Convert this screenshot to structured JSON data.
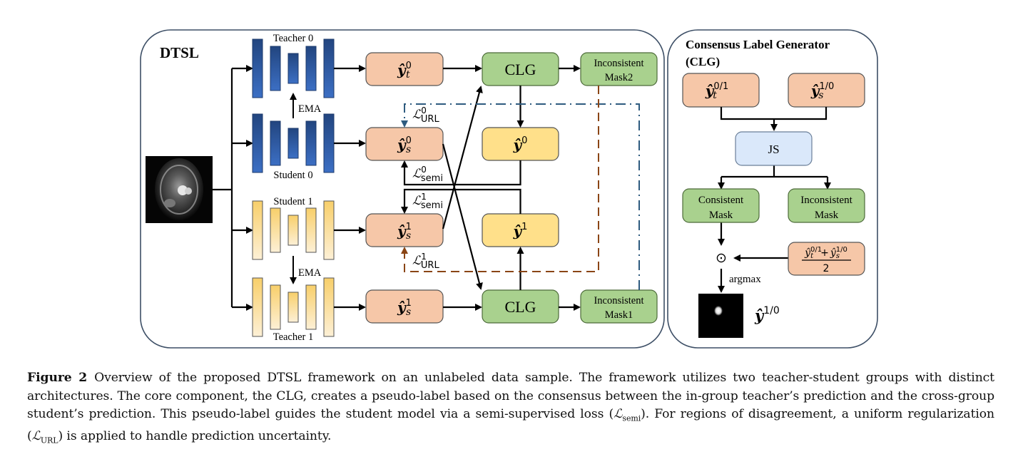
{
  "panels": {
    "dtsl": {
      "title": "DTSL",
      "networks": {
        "teacher0": "Teacher 0",
        "student0": "Student 0",
        "student1": "Student 1",
        "teacher1": "Teacher 1",
        "ema_label": "EMA"
      },
      "outputs": {
        "yt0": {
          "base": "ŷ",
          "sup": "0",
          "sub": "t"
        },
        "ys0": {
          "base": "ŷ",
          "sup": "0",
          "sub": "s"
        },
        "ys1_upper": {
          "base": "ŷ",
          "sup": "1",
          "sub": "s"
        },
        "ys1_lower": {
          "base": "ŷ",
          "sup": "1",
          "sub": "s"
        }
      },
      "clg_top": "CLG",
      "clg_bottom": "CLG",
      "pseudo_labels": {
        "y0": {
          "base": "ŷ",
          "sup": "0"
        },
        "y1": {
          "base": "ŷ",
          "sup": "1"
        }
      },
      "masks": {
        "mask2": [
          "Inconsistent",
          "Mask2"
        ],
        "mask1": [
          "Inconsistent",
          "Mask1"
        ]
      },
      "losses": {
        "url0": {
          "base": "ℒ",
          "sup": "0",
          "sub": "URL"
        },
        "semi0": {
          "base": "ℒ",
          "sup": "0",
          "sub": "semi"
        },
        "semi1": {
          "base": "ℒ",
          "sup": "1",
          "sub": "semi"
        },
        "url1": {
          "base": "ℒ",
          "sup": "1",
          "sub": "URL"
        }
      }
    },
    "clg": {
      "title_line1": "Consensus Label Generator",
      "title_line2": "(CLG)",
      "input_teacher": {
        "base": "ŷ",
        "sup": "0/1",
        "sub": "t"
      },
      "input_student": {
        "base": "ŷ",
        "sup": "1/0",
        "sub": "s"
      },
      "js_label": "JS",
      "consistent_mask": [
        "Consistent",
        "Mask"
      ],
      "inconsistent_mask": [
        "Inconsistent",
        "Mask"
      ],
      "hadamard_symbol": "⊙",
      "average": {
        "num_a": "ŷ",
        "num_a_sup": "0/1",
        "num_a_sub": "t",
        "plus": "+",
        "num_b": "ŷ",
        "num_b_sup": "1/0",
        "num_b_sub": "s",
        "den": "2"
      },
      "argmax_label": "argmax",
      "output": {
        "base": "ŷ",
        "sup": "1/0"
      }
    }
  },
  "colors": {
    "teacher_student_0": "#2f5fae",
    "teacher_student_1": "#f8d57e",
    "prediction_box": "#f6c7a8",
    "clg_box": "#a9d18e",
    "pseudo_label_box": "#ffe08a",
    "js_box": "#dae8fa",
    "url0_line": "#2e5b7f",
    "url1_line": "#8a4515",
    "panel_border": "#3d4f66"
  },
  "caption": {
    "label": "Figure 2",
    "text_before_semi": "Overview of the proposed DTSL framework on an unlabeled data sample. The framework utilizes two teacher-student groups with distinct architectures. The core component, the CLG, creates a pseudo-label based on the consensus between the in-group teacher’s prediction and the cross-group student’s prediction. This pseudo-label guides the student model via a semi-supervised loss (",
    "semi_symbol": "ℒ",
    "semi_sub": "semi",
    "text_middle": "). For regions of disagreement, a uniform regularization (",
    "url_symbol": "ℒ",
    "url_sub": "URL",
    "text_after": ") is applied to handle prediction uncertainty."
  }
}
